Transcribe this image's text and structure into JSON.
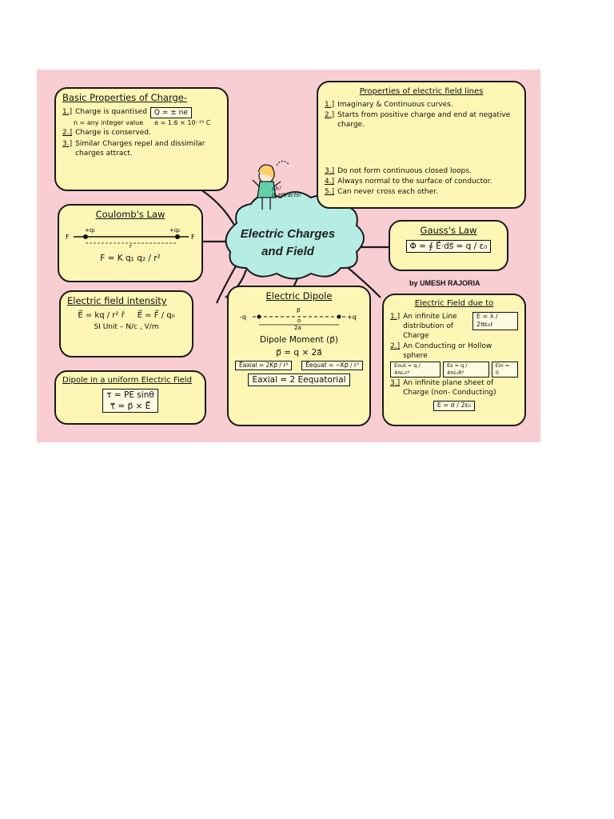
{
  "central": {
    "title_line1": "Electric Charges",
    "title_line2": "and Field"
  },
  "author": "by UMESH RAJORIA",
  "speech": {
    "line1": "oh!",
    "line2": "it attracts!"
  },
  "basic_properties": {
    "title": "Basic Properties of Charge-",
    "item1_num": "1.]",
    "item1_text": "Charge is quantised",
    "item1_formula": "Q = ± ne",
    "n_note": "n = any integer value",
    "e_value": "e = 1.6 × 10⁻¹⁹ C",
    "item2_num": "2.]",
    "item2_text": "Charge is conserved.",
    "item3_num": "3.]",
    "item3_text": "Similar Charges repel and dissimilar charges attract."
  },
  "field_lines": {
    "title": "Properties of electric field lines",
    "item1_num": "1.]",
    "item1_text": "Imaginary & Continuous curves.",
    "item2_num": "2.]",
    "item2_text": "Starts from positive charge and end at negative charge.",
    "item3_num": "3.]",
    "item3_text": "Do not form continuous closed loops.",
    "item4_num": "4.]",
    "item4_text": "Always normal to the surface of conductor.",
    "item5_num": "5.]",
    "item5_text": "Can never cross each other."
  },
  "coulomb": {
    "title": "Coulomb's Law",
    "left_force": "F",
    "right_force": "F",
    "q1": "+q₁",
    "q2": "+q₂",
    "distance": "r",
    "formula": "F = K q₁ q₂ / r²"
  },
  "gauss": {
    "title": "Gauss's Law",
    "formula": "Φ = ∮ E⃗·ds⃗ = q / ε₀"
  },
  "field_intensity": {
    "title": "Electric field intensity",
    "formula1": "E⃗ = kq / r² r̂",
    "formula2": "E⃗ = F⃗ / q₀",
    "si_unit": "SI Unit – N/c , V/m"
  },
  "dipole": {
    "title": "Electric Dipole",
    "neg": "-q",
    "pos": "+q",
    "p_label": "p⃗",
    "o_label": "o",
    "sep": "2a",
    "moment_label": "Dipole Moment (p⃗)",
    "moment_formula": "p⃗ = q × 2a⃗",
    "axial": "E⃗axial = 2Kp⃗ / r³",
    "equatorial": "E⃗equat = −Kp⃗ / r³",
    "relation": "Eaxial = 2 Eequatorial"
  },
  "uniform_field": {
    "title": "Dipole in a uniform Electric Field",
    "formula1": "τ = PE sinθ",
    "formula2": "τ⃗ = p⃗ × E⃗"
  },
  "field_due_to": {
    "title": "Electric Field due to",
    "item1_num": "1.]",
    "item1_text": "An infinite Line distribution of Charge",
    "item1_formula": "E = λ / 2πε₀r",
    "item2_num": "2.]",
    "item2_text": "An Conducting or Hollow sphere",
    "item2_f1": "Eout = q / 4πε₀r²",
    "item2_f2": "Es = q / 4πε₀R²",
    "item2_f3": "Ein = 0",
    "item3_num": "3.]",
    "item3_text": "An infinite plane sheet of Charge (non- Conducting)",
    "item3_formula": "E = σ / 2ε₀"
  },
  "colors": {
    "background": "#f8ced3",
    "card": "#fdf6b5",
    "cloud": "#b5ece4",
    "stroke": "#1b1b1b"
  }
}
